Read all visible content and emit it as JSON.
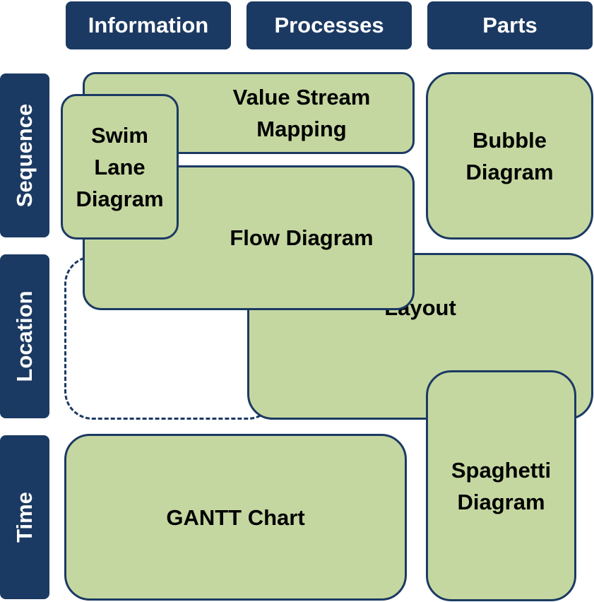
{
  "columns": [
    "Information",
    "Processes",
    "Parts"
  ],
  "rows": [
    "Sequence",
    "Location",
    "Time"
  ],
  "diagrams": {
    "value_stream_mapping": "Value Stream\nMapping",
    "swim_lane_diagram": "Swim\nLane\nDiagram",
    "flow_diagram": "Flow Diagram",
    "bubble_diagram": "Bubble\nDiagram",
    "layout": "Layout",
    "spaghetti_diagram": "Spaghetti\nDiagram",
    "gantt_chart": "GANTT Chart"
  },
  "colors": {
    "header_fill": "#1b3a63",
    "box_fill": "#c5d7a0",
    "box_border": "#1b3a63"
  }
}
